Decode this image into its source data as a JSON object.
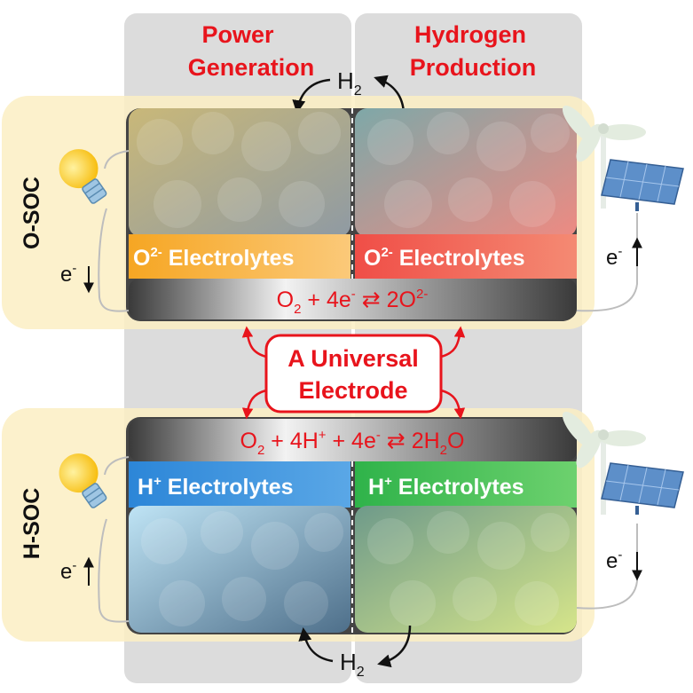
{
  "headers": {
    "left": {
      "line1": "Power",
      "line2": "Generation"
    },
    "right": {
      "line1": "Hydrogen",
      "line2": "Production"
    }
  },
  "gas_top": {
    "base": "H",
    "sub": "2"
  },
  "gas_bottom": {
    "base": "H",
    "sub": "2"
  },
  "rows": {
    "osoc": {
      "label": "O-SOC",
      "electrolyte_left": {
        "ion": "O",
        "sup": "2-",
        "text": "Electrolytes"
      },
      "electrolyte_right": {
        "ion": "O",
        "sup": "2-",
        "text": "Electrolytes"
      },
      "reaction": {
        "p1": "O",
        "p1sub": "2",
        "p2": " + 4e",
        "p2sup": "-",
        "p3": " ⇄ 2O",
        "p3sup": "2-"
      },
      "electron_left": {
        "base": "e",
        "sup": "-"
      },
      "electron_right": {
        "base": "e",
        "sup": "-"
      }
    },
    "hsoc": {
      "label": "H-SOC",
      "electrolyte_left": {
        "ion": "H",
        "sup": "+",
        "text": "Electrolytes"
      },
      "electrolyte_right": {
        "ion": "H",
        "sup": "+",
        "text": "Electrolytes"
      },
      "reaction": {
        "p1": "O",
        "p1sub": "2",
        "p2": " + 4H",
        "p2sup": "+",
        "p3": " + 4e",
        "p3sup": "-",
        "p4": " ⇄ 2H",
        "p4sub": "2",
        "p5": "O"
      },
      "electron_left": {
        "base": "e",
        "sup": "-"
      },
      "electron_right": {
        "base": "e",
        "sup": "-"
      }
    }
  },
  "center_box": {
    "line1": "A Universal",
    "line2": "Electrode"
  },
  "icons": [
    "light-bulb-icon",
    "wind-turbine-icon",
    "solar-panel-icon"
  ],
  "colors": {
    "header_red": "#e8141c",
    "column_gray": "#dcdcdc",
    "row_tint": "#fbeec3",
    "o_electrolyte_left": "#f7b43a",
    "o_electrolyte_right": "#f2665a",
    "h_electrolyte_left": "#3d93dd",
    "h_electrolyte_right": "#43c25c"
  }
}
